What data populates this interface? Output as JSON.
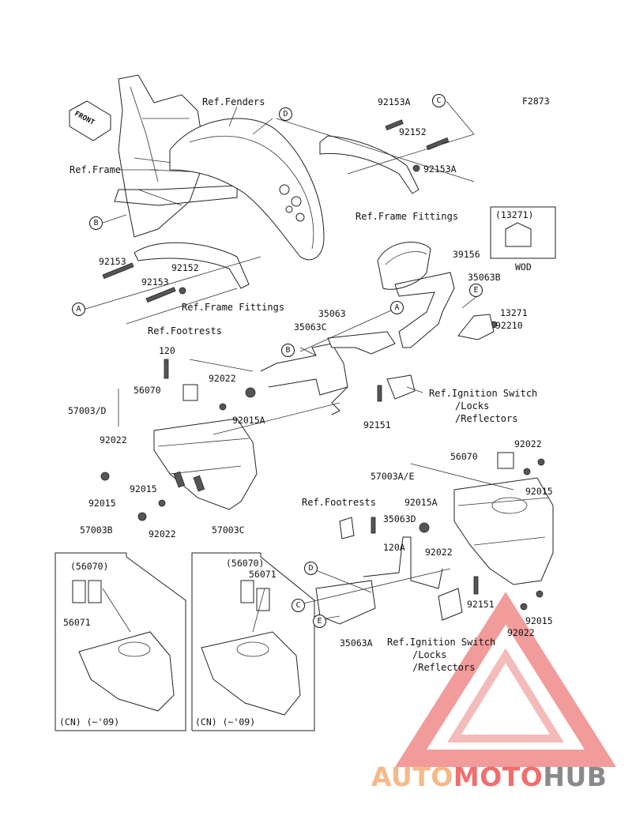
{
  "figure_code": "F2873",
  "callouts": {
    "ref_fenders": "Ref.Fenders",
    "ref_frame": "Ref.Frame",
    "ref_frame_fittings_top": "Ref.Frame Fittings",
    "ref_frame_fittings_left": "Ref.Frame Fittings",
    "ref_footrests_1": "Ref.Footrests",
    "ref_footrests_2": "Ref.Footrests",
    "ref_ignition_1": [
      "Ref.Ignition Switch",
      "/Locks",
      "/Reflectors"
    ],
    "ref_ignition_2": [
      "Ref.Ignition Switch",
      "/Locks",
      "/Reflectors"
    ]
  },
  "part_numbers": {
    "p92153A_a": "92153A",
    "p92152_a": "92152",
    "p92153A_b": "92153A",
    "p92153_a": "92153",
    "p92152_b": "92152",
    "p92153_b": "92153",
    "p39156": "39156",
    "p35063B": "35063B",
    "p13271": "13271",
    "p92210": "92210",
    "p35063": "35063",
    "p35063C": "35063C",
    "p120": "120",
    "p56070_a": "56070",
    "p92022_a": "92022",
    "p92015A_a": "92015A",
    "p57003D": "57003/D",
    "p92151_a": "92151",
    "p92022_b": "92022",
    "p92015_a": "92015",
    "p92015_b": "92015",
    "p92022_c": "92022",
    "p92022_d": "92022",
    "p56070_b": "56070",
    "p57003AE": "57003A/E",
    "p92015_c": "92015",
    "p92015A_b": "92015A",
    "p35063D": "35063D",
    "p120A": "120A",
    "p92022_e": "92022",
    "p92151_b": "92151",
    "p92015_d": "92015",
    "p92022_f": "92022",
    "p35063A": "35063A",
    "p57003B": "57003B",
    "p57003C": "57003C",
    "box1_56070": "(56070)",
    "box1_56071": "56071",
    "box1_note": "(CN) (~'09)",
    "box2_56070": "(56070)",
    "box2_56071": "56071",
    "box2_note": "(CN) (~'09)"
  },
  "inset": {
    "code": "(13271)",
    "note": "WOD"
  },
  "front_label": "FRONT",
  "markers": {
    "A": "A",
    "B": "B",
    "C": "C",
    "D": "D",
    "E": "E"
  },
  "watermark": {
    "part1": "AUTO",
    "part2": "MOTO",
    "part3": "HUB"
  },
  "colors": {
    "watermark_orange": "#f5b98a",
    "watermark_red": "#ef6f6f",
    "watermark_gray": "#8a8a8a",
    "line": "#222222"
  }
}
